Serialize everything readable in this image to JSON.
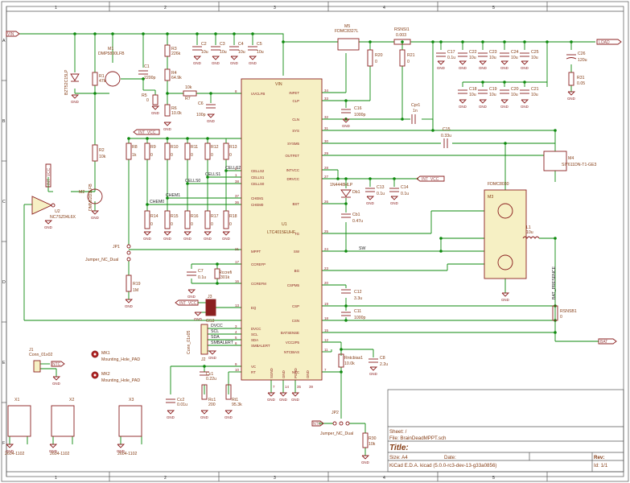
{
  "frame": {
    "cols": [
      "1",
      "2",
      "3",
      "4",
      "5"
    ],
    "rows": [
      "A",
      "B",
      "C",
      "D",
      "E",
      "F"
    ]
  },
  "labels": {
    "vin": "VIN",
    "load": "LOAD",
    "bat": "BAT",
    "int_vcc": "INT_VCC",
    "ntc": "NTC"
  },
  "components": {
    "d1": {
      "ref": "BZT52C15LP"
    },
    "m1": {
      "ref": "M1",
      "value": "DMP5800LFB"
    },
    "r1": {
      "ref": "R1",
      "value": "47k"
    },
    "r2": {
      "ref": "R2",
      "value": "10k"
    },
    "r3": {
      "ref": "R3",
      "value": "226k"
    },
    "r4": {
      "ref": "R4",
      "value": "64.9k"
    },
    "r5": {
      "ref": "R5",
      "value": "0"
    },
    "r6": {
      "ref": "R6",
      "value": "10.0k"
    },
    "r7": {
      "ref": "R7",
      "value": "10k"
    },
    "c1": {
      "ref": "C1",
      "value": "2200p"
    },
    "c2": {
      "ref": "C2",
      "value": "10u"
    },
    "c3": {
      "ref": "C3",
      "value": "10u"
    },
    "c4": {
      "ref": "C4",
      "value": "10u"
    },
    "c5": {
      "ref": "C5",
      "value": "10u"
    },
    "c6": {
      "ref": "C6",
      "value": "100p"
    },
    "m2": {
      "ref": "M2",
      "value": "DMN62D1LFB"
    },
    "u2": {
      "ref": "U2",
      "value": "NC7SZ04L6X"
    },
    "r8": {
      "ref": "R8",
      "value": "1k"
    },
    "r9": {
      "ref": "R9",
      "value": "0"
    },
    "r10": {
      "ref": "R10",
      "value": "0"
    },
    "r11": {
      "ref": "R11",
      "value": "0"
    },
    "r12": {
      "ref": "R12",
      "value": "0"
    },
    "r13": {
      "ref": "R13",
      "value": "0"
    },
    "r14": {
      "ref": "R14",
      "value": "0"
    },
    "r15": {
      "ref": "R15",
      "value": "0"
    },
    "r16": {
      "ref": "R16",
      "value": "0"
    },
    "r17": {
      "ref": "R17",
      "value": "0"
    },
    "r18": {
      "ref": "R18",
      "value": "0"
    },
    "r19": {
      "ref": "R19",
      "value": "1M"
    },
    "jp1": {
      "ref": "JP1",
      "value": "Jumper_NC_Dual"
    },
    "c7": {
      "ref": "C7",
      "value": "0.1u"
    },
    "rccrefi": {
      "ref": "Rccrefi",
      "value": "301k"
    },
    "j3": {
      "ref": "J3",
      "value": "GS3"
    },
    "j2": {
      "ref": "J2",
      "value": "Conn_01x05"
    },
    "cc1": {
      "ref": "Cc1",
      "value": "0.22u"
    },
    "cc2": {
      "ref": "Cc2",
      "value": "0.01u"
    },
    "rc1": {
      "ref": "Rc1",
      "value": "200"
    },
    "rt1": {
      "ref": "Rt1",
      "value": "95.3k"
    },
    "u1": {
      "ref": "U1",
      "value": "LTC4015EUHF"
    },
    "m5": {
      "ref": "M5",
      "value": "FDMC8327L"
    },
    "rsns1": {
      "ref": "RSNSI1",
      "value": "0.003"
    },
    "r20": {
      "ref": "R20",
      "value": "0"
    },
    "r21": {
      "ref": "R21",
      "value": "0"
    },
    "c16": {
      "ref": "C16",
      "value": "1000p"
    },
    "cpr1": {
      "ref": "Cpr1",
      "value": "1n"
    },
    "c15": {
      "ref": "C15",
      "value": "0.33u"
    },
    "c17": {
      "ref": "C17",
      "value": "0.1u"
    },
    "c22": {
      "ref": "C22",
      "value": "10u"
    },
    "c23": {
      "ref": "C23",
      "value": "10u"
    },
    "c24": {
      "ref": "C24",
      "value": "10u"
    },
    "c25": {
      "ref": "C25",
      "value": "10u"
    },
    "c26": {
      "ref": "C26",
      "value": "120u"
    },
    "r31": {
      "ref": "R31",
      "value": "0.05"
    },
    "c18": {
      "ref": "C18",
      "value": "10u"
    },
    "c19": {
      "ref": "C19",
      "value": "10u"
    },
    "c20": {
      "ref": "C20",
      "value": "10u"
    },
    "c21": {
      "ref": "C21",
      "value": "10u"
    },
    "m4": {
      "ref": "M4",
      "value": "SI7611DN-T1-GE3"
    },
    "db1": {
      "ref": "Db1",
      "value": "1N4448HLP"
    },
    "c13": {
      "ref": "C13",
      "value": "0.1u"
    },
    "c14": {
      "ref": "C14",
      "value": "0.1u"
    },
    "cb1": {
      "ref": "Cb1",
      "value": "0.47u"
    },
    "m3": {
      "ref": "M3",
      "value": "FDMC8030"
    },
    "l1": {
      "ref": "L1",
      "value": "10u"
    },
    "c12": {
      "ref": "C12",
      "value": "3.3u"
    },
    "c11": {
      "ref": "C11",
      "value": "1000p"
    },
    "rsnsb1": {
      "ref": "RSNSB1",
      "value": "0"
    },
    "rntcbias1": {
      "ref": "Rntcbias1",
      "value": "10.0k"
    },
    "c8": {
      "ref": "C8",
      "value": "2.2u"
    },
    "jp2": {
      "ref": "JP2",
      "value": "Jumper_NC_Dual"
    },
    "r30": {
      "ref": "R30",
      "value": "10k"
    },
    "j1": {
      "ref": "J1",
      "value": "Conn_01x02"
    },
    "mk1": {
      "ref": "MK1",
      "value": "Mounting_Hole_PAD"
    },
    "mk2": {
      "ref": "MK2",
      "value": "Mounting_Hole_PAD"
    },
    "x1": {
      "ref": "X1",
      "value": "2604-1102"
    },
    "x2": {
      "ref": "X2",
      "value": "2604-1102"
    },
    "x3": {
      "ref": "X3",
      "value": "2604-1102"
    }
  },
  "nets": {
    "cells2": "CELLS2",
    "cells1": "CELLS1",
    "cells0": "CELLS0",
    "chem1": "CHEM1",
    "chem0": "CHEM0",
    "sw": "SW",
    "bat_presence": "BAT_PRESENCE",
    "dvcc": "DVCC",
    "scl": "SCL",
    "sda": "SDA",
    "smbalert": "SMBALERT",
    "vin_pin": "VIN",
    "gnd": "GND"
  },
  "u1_pins_left": [
    {
      "name": "UVCLFB",
      "num": "8"
    },
    {
      "name": "CELLS2",
      "num": "2"
    },
    {
      "name": "CELLS1",
      "num": "1"
    },
    {
      "name": "CELLS0",
      "num": "38"
    },
    {
      "name": "CHEM1",
      "num": "37"
    },
    {
      "name": "CHEM0",
      "num": "36"
    },
    {
      "name": "MPPT",
      "num": "21"
    },
    {
      "name": "CCREFP",
      "num": "17"
    },
    {
      "name": "CCREFM",
      "num": "16"
    },
    {
      "name": "EQ",
      "num": "13"
    },
    {
      "name": "DVCC",
      "num": "3"
    },
    {
      "name": "SCL",
      "num": "4"
    },
    {
      "name": "SDA",
      "num": "5"
    },
    {
      "name": "SMBALERT",
      "num": "6"
    },
    {
      "name": "VC",
      "num": "9"
    },
    {
      "name": "RT",
      "num": "10"
    }
  ],
  "u1_pins_right": [
    {
      "name": "INFET",
      "num": "34"
    },
    {
      "name": "CLP",
      "num": "33"
    },
    {
      "name": "CLN",
      "num": "32"
    },
    {
      "name": "SYS",
      "num": "31"
    },
    {
      "name": "SYSM5",
      "num": "30"
    },
    {
      "name": "OUTFET",
      "num": "29"
    },
    {
      "name": "INTVCC",
      "num": "28"
    },
    {
      "name": "DRVCC",
      "num": "27"
    },
    {
      "name": "BST",
      "num": "26"
    },
    {
      "name": "TG",
      "num": "25"
    },
    {
      "name": "SW",
      "num": "24"
    },
    {
      "name": "BG",
      "num": "23"
    },
    {
      "name": "CSPM5",
      "num": "20"
    },
    {
      "name": "CSP",
      "num": "19"
    },
    {
      "name": "CSN",
      "num": "18"
    },
    {
      "name": "BATSENSE",
      "num": "15"
    },
    {
      "name": "VCC2P5",
      "num": "12"
    },
    {
      "name": "NTCBIAS",
      "num": "11"
    },
    {
      "name": "NTC",
      "num": "7"
    }
  ],
  "u1_pins_bottom": [
    {
      "name": "SGND",
      "num": "7"
    },
    {
      "name": "GND",
      "num": "14"
    },
    {
      "name": "PGND",
      "num": "35"
    },
    {
      "name": "GND",
      "num": "39"
    }
  ],
  "title_block": {
    "sheet": "Sheet: /",
    "file": "File: BrainDeadMPPT.sch",
    "title_label": "Title:",
    "size": "Size: A4",
    "date": "Date:",
    "rev": "Rev:",
    "kicad": "KiCad E.D.A.  kicad (5.0.0-rc3-dev-13-g33a0856)",
    "id": "Id: 1/1"
  }
}
